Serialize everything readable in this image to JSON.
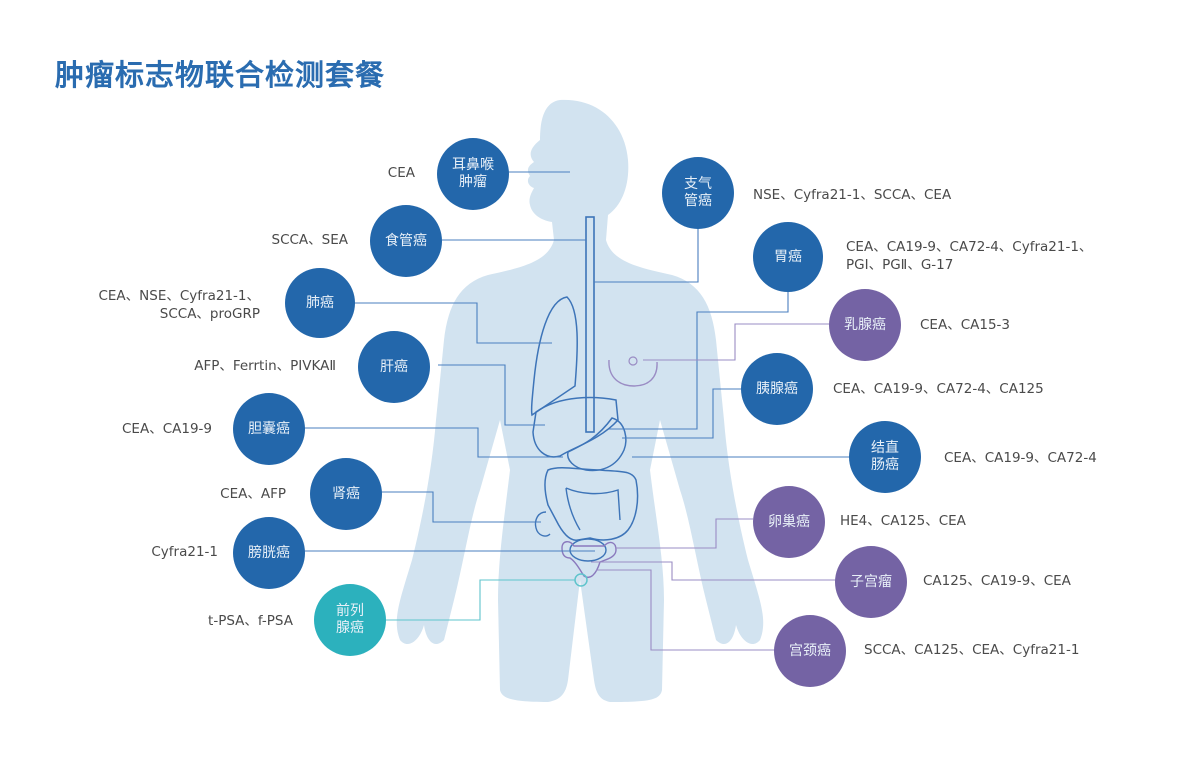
{
  "title": "肿瘤标志物联合检测套餐",
  "colors": {
    "title": "#2a6cb0",
    "blue": "#2367ab",
    "purple": "#7463a4",
    "teal": "#2cb1bd",
    "body": "#d2e3f0",
    "line_blue": "#4a7fbf",
    "line_purple": "#9a8cc4",
    "line_teal": "#5fc4cc"
  },
  "cancers": [
    {
      "id": "ent",
      "name_lines": [
        "耳鼻喉",
        "肿瘤"
      ],
      "markers": "CEA",
      "color": "blue"
    },
    {
      "id": "esophageal",
      "name_lines": [
        "食管癌"
      ],
      "markers": "SCCA、SEA",
      "color": "blue"
    },
    {
      "id": "lung",
      "name_lines": [
        "肺癌"
      ],
      "markers_lines": [
        "CEA、NSE、Cyfra21-1、",
        "SCCA、proGRP"
      ],
      "color": "blue"
    },
    {
      "id": "liver",
      "name_lines": [
        "肝癌"
      ],
      "markers": "AFP、Ferrtin、PIVKAⅡ",
      "color": "blue"
    },
    {
      "id": "gallbladder",
      "name_lines": [
        "胆囊癌"
      ],
      "markers": "CEA、CA19-9",
      "color": "blue"
    },
    {
      "id": "kidney",
      "name_lines": [
        "肾癌"
      ],
      "markers": "CEA、AFP",
      "color": "blue"
    },
    {
      "id": "bladder",
      "name_lines": [
        "膀胱癌"
      ],
      "markers": "Cyfra21-1",
      "color": "blue"
    },
    {
      "id": "prostate",
      "name_lines": [
        "前列",
        "腺癌"
      ],
      "markers": "t-PSA、f-PSA",
      "color": "teal"
    },
    {
      "id": "bronchial",
      "name_lines": [
        "支气",
        "管癌"
      ],
      "markers": "NSE、Cyfra21-1、SCCA、CEA",
      "color": "blue"
    },
    {
      "id": "stomach",
      "name_lines": [
        "胃癌"
      ],
      "markers_lines": [
        "CEA、CA19-9、CA72-4、Cyfra21-1、",
        "PGⅠ、PGⅡ、G-17"
      ],
      "color": "blue"
    },
    {
      "id": "breast",
      "name_lines": [
        "乳腺癌"
      ],
      "markers": "CEA、CA15-3",
      "color": "purple"
    },
    {
      "id": "pancreatic",
      "name_lines": [
        "胰腺癌"
      ],
      "markers": "CEA、CA19-9、CA72-4、CA125",
      "color": "blue"
    },
    {
      "id": "colorectal",
      "name_lines": [
        "结直",
        "肠癌"
      ],
      "markers": "CEA、CA19-9、CA72-4",
      "color": "blue"
    },
    {
      "id": "ovarian",
      "name_lines": [
        "卵巢癌"
      ],
      "markers": "HE4、CA125、CEA",
      "color": "purple"
    },
    {
      "id": "uterine",
      "name_lines": [
        "子宫瘤"
      ],
      "markers": "CA125、CA19-9、CEA",
      "color": "purple"
    },
    {
      "id": "cervical",
      "name_lines": [
        "宫颈癌"
      ],
      "markers": "SCCA、CA125、CEA、Cyfra21-1",
      "color": "purple"
    }
  ]
}
